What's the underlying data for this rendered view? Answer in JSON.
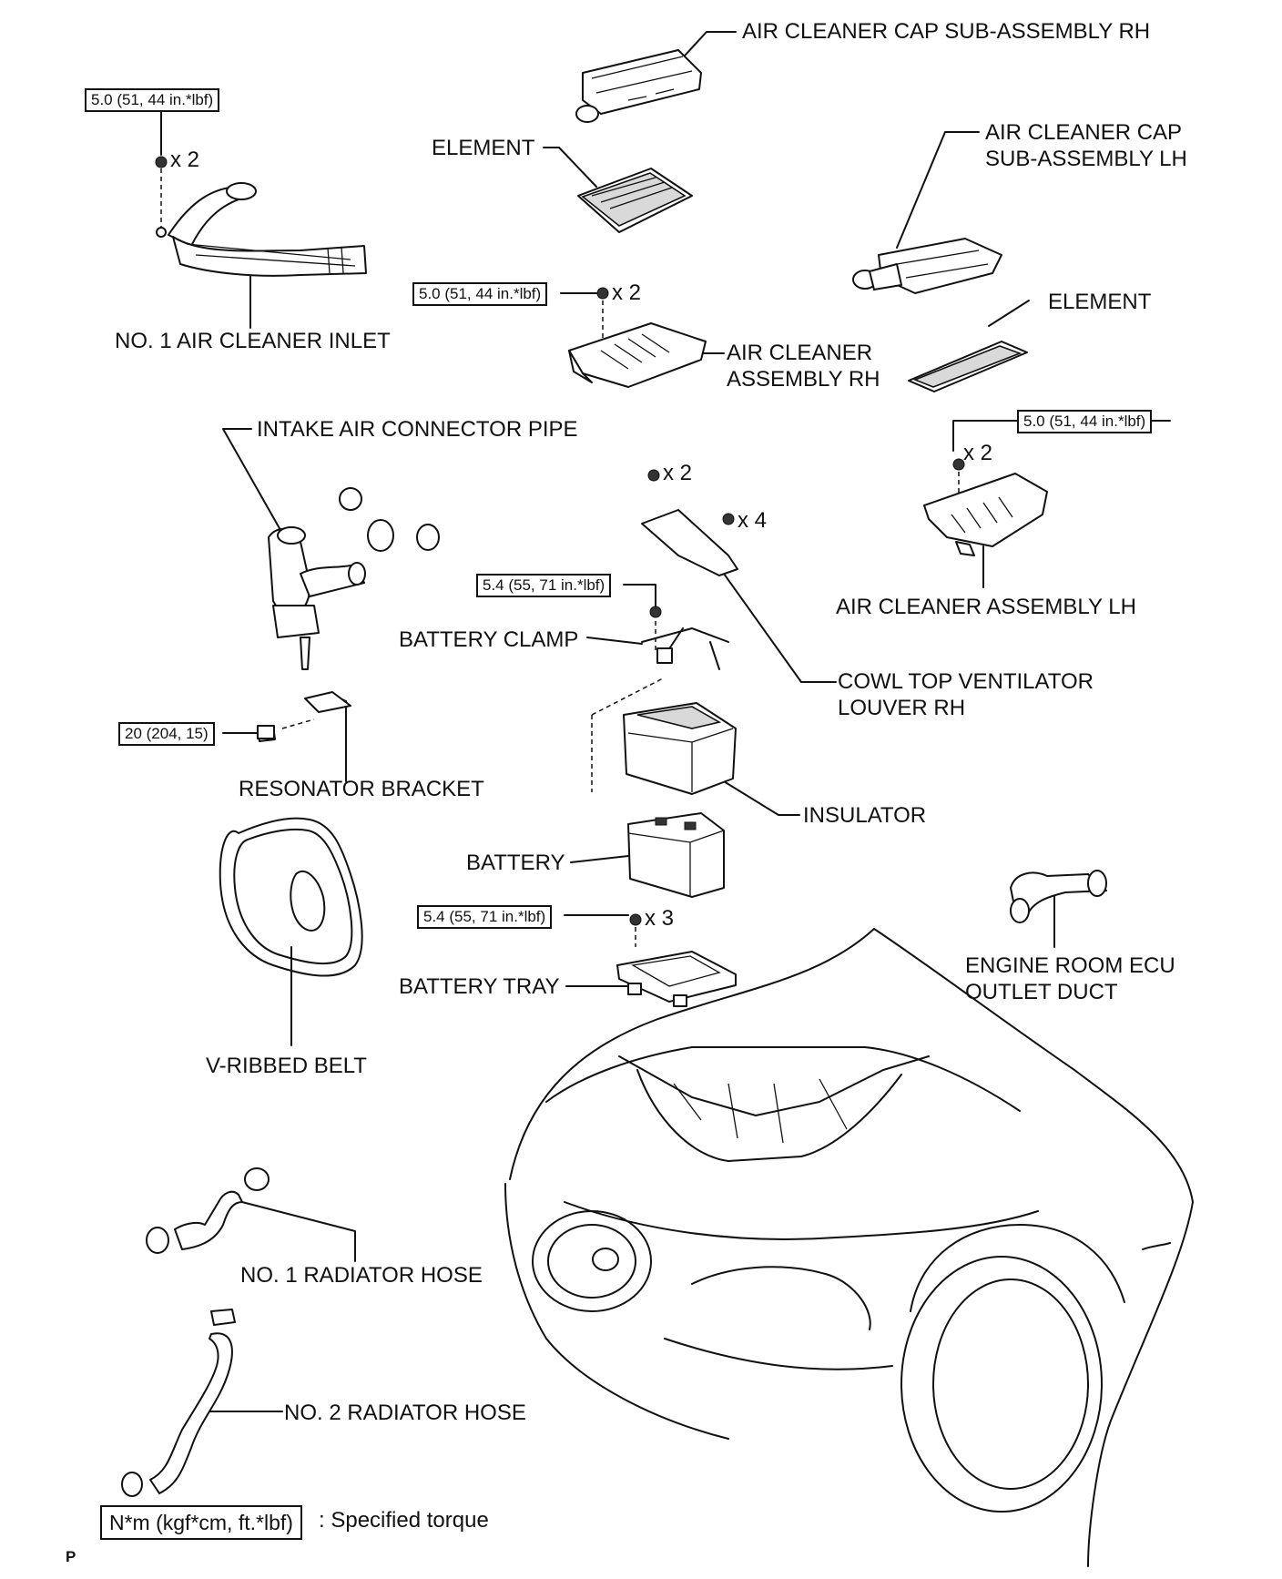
{
  "labels": {
    "air_cleaner_cap_rh": "AIR CLEANER CAP SUB-ASSEMBLY RH",
    "element_rh": "ELEMENT",
    "air_cleaner_cap_lh": "AIR CLEANER CAP\nSUB-ASSEMBLY LH",
    "no1_air_cleaner_inlet": "NO. 1 AIR CLEANER INLET",
    "element_lh": "ELEMENT",
    "air_cleaner_assembly_rh": "AIR CLEANER\nASSEMBLY RH",
    "intake_air_connector_pipe": "INTAKE AIR CONNECTOR PIPE",
    "air_cleaner_assembly_lh": "AIR CLEANER ASSEMBLY LH",
    "battery_clamp": "BATTERY CLAMP",
    "cowl_top_ventilator_louver_rh": "COWL TOP VENTILATOR\nLOUVER RH",
    "resonator_bracket": "RESONATOR BRACKET",
    "insulator": "INSULATOR",
    "battery": "BATTERY",
    "engine_room_ecu_outlet_duct": "ENGINE ROOM ECU\nOUTLET DUCT",
    "battery_tray": "BATTERY TRAY",
    "v_ribbed_belt": "V-RIBBED BELT",
    "no1_radiator_hose": "NO. 1 RADIATOR HOSE",
    "no2_radiator_hose": "NO. 2 RADIATOR HOSE"
  },
  "torques": {
    "inlet_bolts": "5.0 (51, 44 in.*lbf)",
    "assembly_rh_nuts": "5.0 (51, 44 in.*lbf)",
    "assembly_lh_nuts": "5.0 (51, 44 in.*lbf)",
    "battery_clamp_nut": "5.4 (55, 71 in.*lbf)",
    "resonator_bracket_bolt": "20 (204, 15)",
    "battery_tray_bolts": "5.4 (55, 71 in.*lbf)"
  },
  "quantities": {
    "inlet_bolts": "x 2",
    "assembly_rh_nuts": "x 2",
    "assembly_lh_nuts": "x 2",
    "cowl_bolts": "x 2",
    "cowl_clips": "x 4",
    "battery_tray_bolts": "x 3"
  },
  "legend": {
    "box": "N*m (kgf*cm, ft.*lbf)",
    "text": ": Specified torque"
  },
  "figure_mark": "P"
}
